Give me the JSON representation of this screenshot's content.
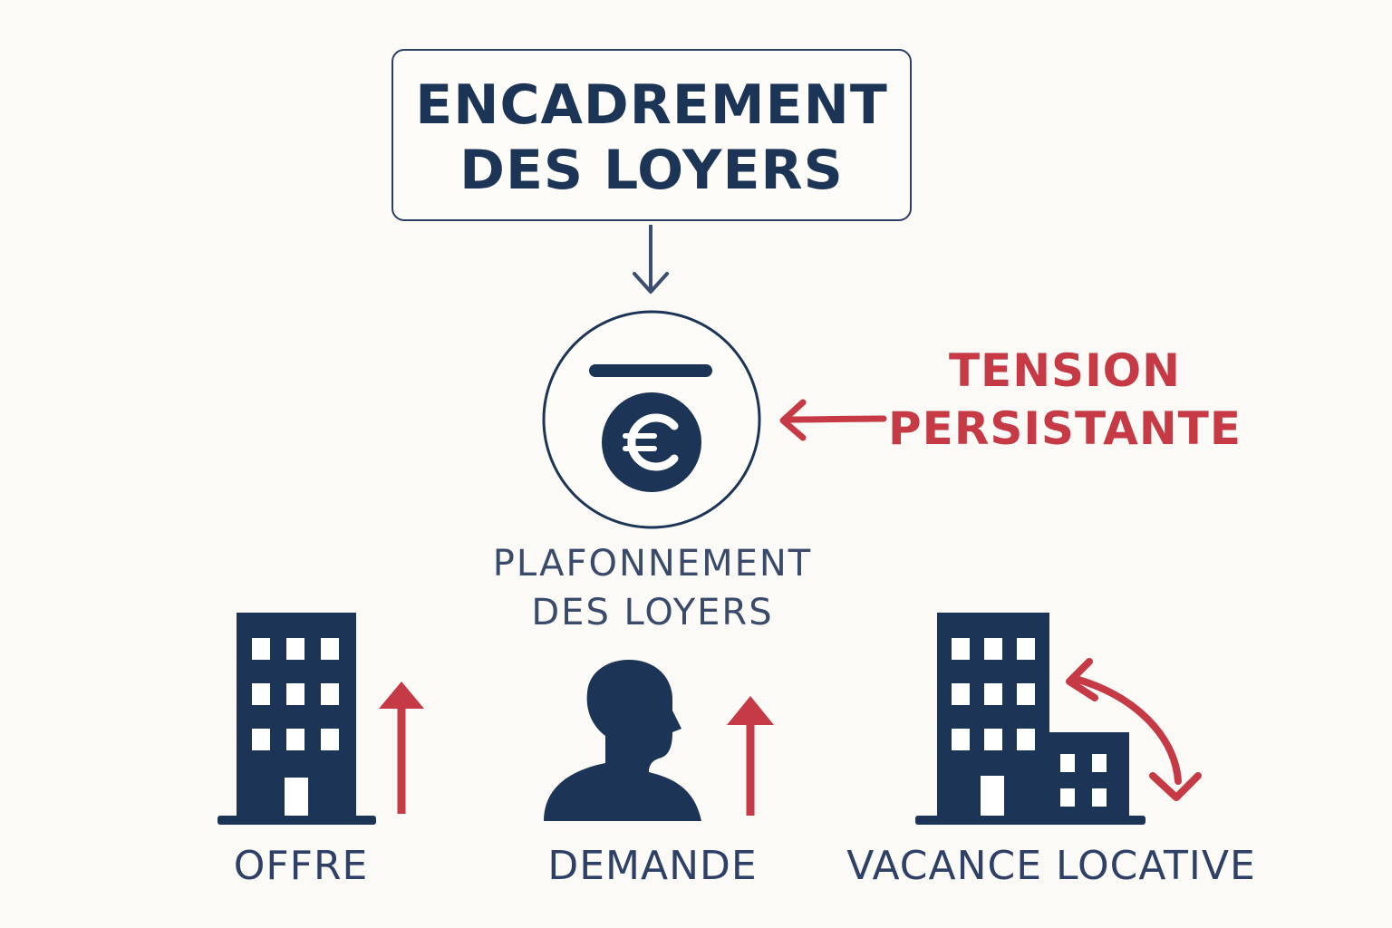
{
  "title": {
    "line1": "ENCADREMENT",
    "line2": "DES LOYERS"
  },
  "center": {
    "icon": "euro-icon",
    "caption_line1": "PLAFONNEMENT",
    "caption_line2": "DES LOYERS"
  },
  "side_note": {
    "line1": "TENSION",
    "line2": "PERSISTANTE"
  },
  "bottom": {
    "offre": "OFFRE",
    "demande": "DEMANDE",
    "vacance": "VACANCE LOCATIVE"
  },
  "colors": {
    "navy": "#1c3456",
    "red": "#c53a44",
    "background": "#fbfaf7"
  },
  "icons": [
    "building-icon",
    "person-icon",
    "buildings-icon",
    "up-arrow-icon",
    "curved-double-arrow-icon",
    "left-arrow-icon",
    "down-arrow-icon"
  ]
}
